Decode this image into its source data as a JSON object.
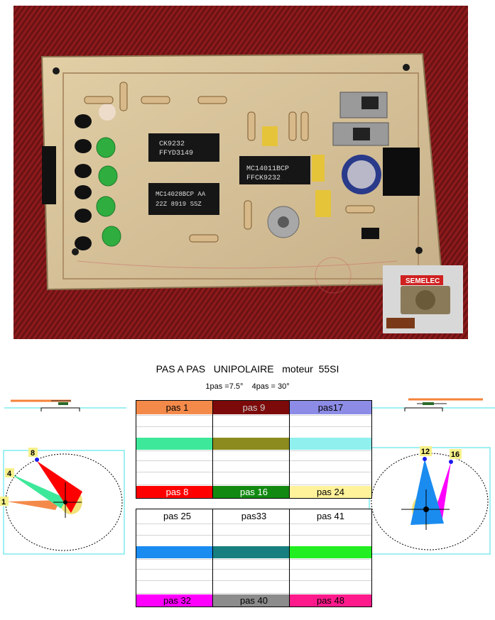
{
  "title": "PAS A PAS   UNIPOLAIRE   moteur  55SI",
  "subtitle": "1pas =7.5°    4pas = 30°",
  "photo": {
    "motor_brand": "SEMELEC"
  },
  "left_diagram": {
    "marks": [
      "8",
      "4",
      "1"
    ]
  },
  "right_diagram": {
    "marks": [
      "12",
      "16"
    ]
  },
  "step_boxes": [
    {
      "top": "pas 1",
      "bottom": "pas 8",
      "top_color": "#f48a4a",
      "band_color": "#3ee89a",
      "bottom_color": "#ff0000"
    },
    {
      "top": "pas 9",
      "bottom": "pas 16",
      "top_color": "#7d0a0a",
      "band_color": "#8b8b1e",
      "bottom_color": "#128a12"
    },
    {
      "top": "pas17",
      "bottom": "pas 24",
      "top_color": "#8c8ce6",
      "band_color": "#8ff0ee",
      "bottom_color": "#fff29a"
    },
    {
      "top": "pas 25",
      "bottom": "pas 32",
      "top_color": "#ffffff",
      "band_color": "#1a8cf0",
      "bottom_color": "#ff00ff"
    },
    {
      "top": "pas33",
      "bottom": "pas 40",
      "top_color": "#ffffff",
      "band_color": "#177f7f",
      "bottom_color": "#8c8c8c"
    },
    {
      "top": "pas 41",
      "bottom": "pas 48",
      "top_color": "#ffffff",
      "band_color": "#22ee22",
      "bottom_color": "#ff1a8c"
    }
  ]
}
